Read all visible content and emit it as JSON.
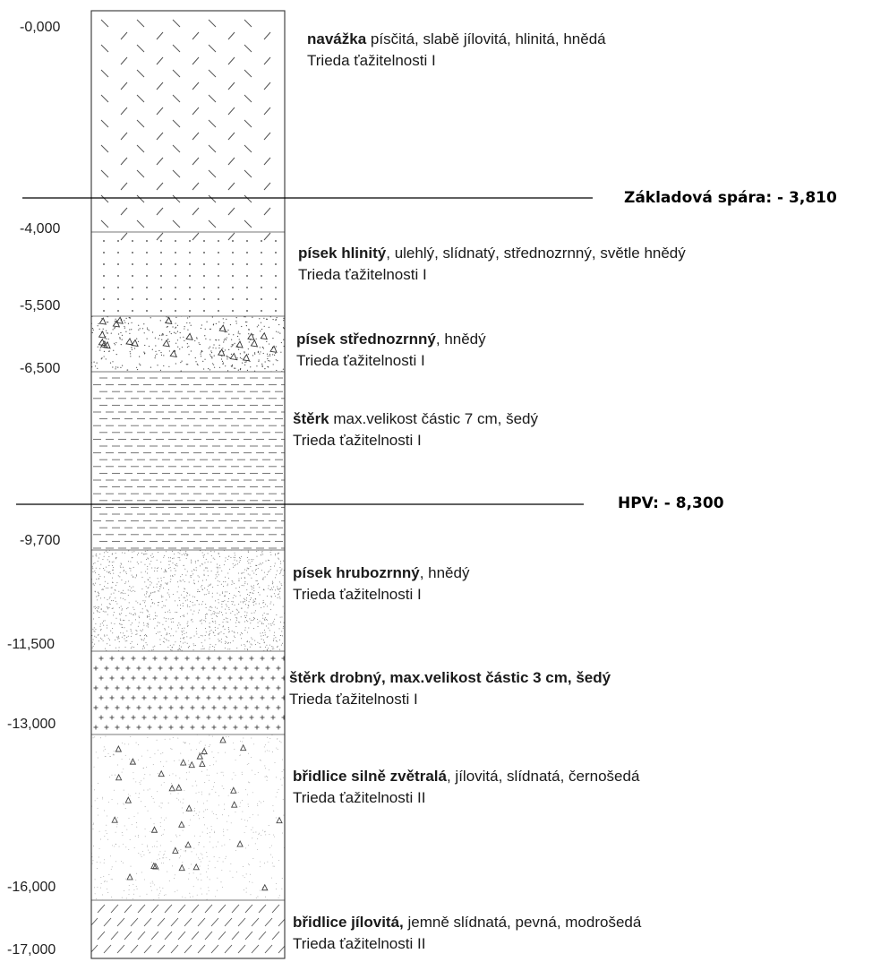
{
  "depths": [
    "-0,000",
    "-4,000",
    "-5,500",
    "-6,500",
    "-9,700",
    "-11,500",
    "-13,000",
    "-16,000",
    "-17,000"
  ],
  "markers": {
    "foundation": "Základová  spára: - 3,810",
    "groundwater": "HPV: - 8,300"
  },
  "layers": [
    {
      "name": "navážka",
      "rest": " písčitá, slabě jílovitá, hlinitá, hnědá",
      "class": "Trieda ťažitelnosti I",
      "pattern": "fill"
    },
    {
      "name": "písek hlinitý",
      "rest": ", ulehlý, slídnatý, střednozrnný, světle hnědý",
      "class": "Trieda ťažitelnosti I",
      "pattern": "sand-dots"
    },
    {
      "name": "písek střednozrnný",
      "rest": ", hnědý",
      "class": "Trieda ťažitelnosti I",
      "pattern": "sand-triangles"
    },
    {
      "name": "štěrk",
      "rest": " max.velikost částic 7 cm, šedý",
      "class": "Trieda ťažitelnosti I",
      "pattern": "dashes"
    },
    {
      "name": "písek hrubozrnný",
      "rest": ", hnědý",
      "class": "Trieda ťažitelnosti I",
      "pattern": "stipple"
    },
    {
      "name": "štěrk drobný, max.velikost částic 3 cm, šedý",
      "rest": "",
      "class": "Trieda ťažitelnosti I",
      "pattern": "crosses"
    },
    {
      "name": "břidlice silně zvětralá",
      "rest": ", jílovitá, slídnatá, černošedá",
      "class": "Trieda ťažitelnosti II",
      "pattern": "weathered"
    },
    {
      "name": "břidlice jílovitá,",
      "rest": " jemně slídnatá, pevná, modrošedá",
      "class": "Trieda ťažitelnosti II",
      "pattern": "clay-slashes"
    }
  ]
}
